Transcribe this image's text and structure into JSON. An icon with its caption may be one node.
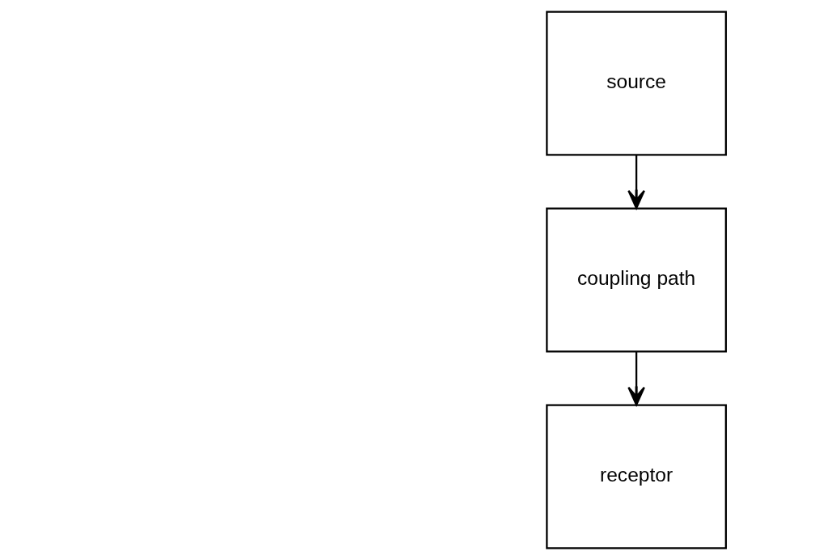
{
  "diagram": {
    "nodes": [
      {
        "text": [
          "source"
        ]
      },
      {
        "text": [
          "coupling path"
        ]
      },
      {
        "text": [
          "receptor"
        ]
      }
    ],
    "edges": [
      {
        "from": 0,
        "to": 1,
        "arrow": "to"
      },
      {
        "from": 1,
        "to": 2,
        "arrow": "to"
      }
    ]
  }
}
